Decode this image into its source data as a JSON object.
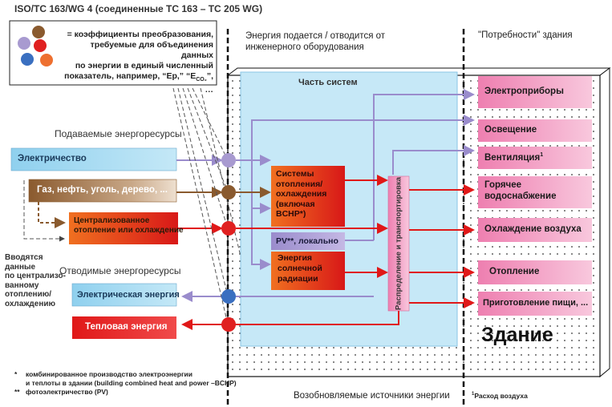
{
  "header": {
    "title": "ISO/TC 163/WG 4 (соединенные TC 163 – TC 205 WG)"
  },
  "legend_box": {
    "lines": [
      "= коэффициенты преобразования,",
      "требуемые для объединения данных",
      "по энергии в единый численный",
      "показатель, например, “Ep,” “E",
      "”, …"
    ],
    "co2_sub": "CO₂",
    "colors": [
      "#a89ad0",
      "#8a5a2e",
      "#e02020",
      "#3a6fc0",
      "#ee7030"
    ]
  },
  "top_labels": {
    "supplied_energy": "Энергия подается / отводится от",
    "supplied_energy_2": "инженерного оборудования",
    "building_needs": "\"Потребности\" здания"
  },
  "systems": {
    "title": "Часть систем",
    "heating_cooling": [
      "Системы",
      "отопления/",
      "охлаждения",
      "(включая",
      "BCHP*)"
    ],
    "pv": "PV**, локально",
    "solar": [
      "Энергия",
      "солнечной",
      "радиации"
    ],
    "distribution": "Распределение и транспортировка"
  },
  "inputs": {
    "heading": "Подаваемые энергоресурсы",
    "electricity": "Электричество",
    "fuels": "Газ, нефть, уголь, дерево, ...",
    "district": [
      "Централизованное",
      "отопление или охлаждение"
    ]
  },
  "outputs": {
    "heading": "Отводимые энергоресурсы",
    "electric": "Электрическая энергия",
    "thermal": "Тепловая энергия"
  },
  "side_note": [
    "Вводятся",
    "данные",
    "по централизо-",
    "ванному",
    "отоплению/",
    "охлаждению"
  ],
  "needs": [
    {
      "label": "Электроприборы"
    },
    {
      "label": "Освещение"
    },
    {
      "label": "Вентиляция",
      "sup": "1"
    },
    {
      "label": "Горячее",
      "label2": "водоснабжение"
    },
    {
      "label": "Охлаждение воздуха"
    },
    {
      "label": "Отопление"
    },
    {
      "label": "Приготовление пищи, ..."
    }
  ],
  "building_label": "Здание",
  "footnotes": {
    "bchp_mark": "*",
    "bchp_1": "комбинированное производство электроэнергии",
    "bchp_2": "и теплоты в здании (building combined heat and power –BCHP)",
    "pv_mark": "**",
    "pv": "фотоэлектричество (PV)",
    "renewables": "Возобновляемые источники энергии",
    "air_mark": "1",
    "air": "Расход воздуха"
  }
}
